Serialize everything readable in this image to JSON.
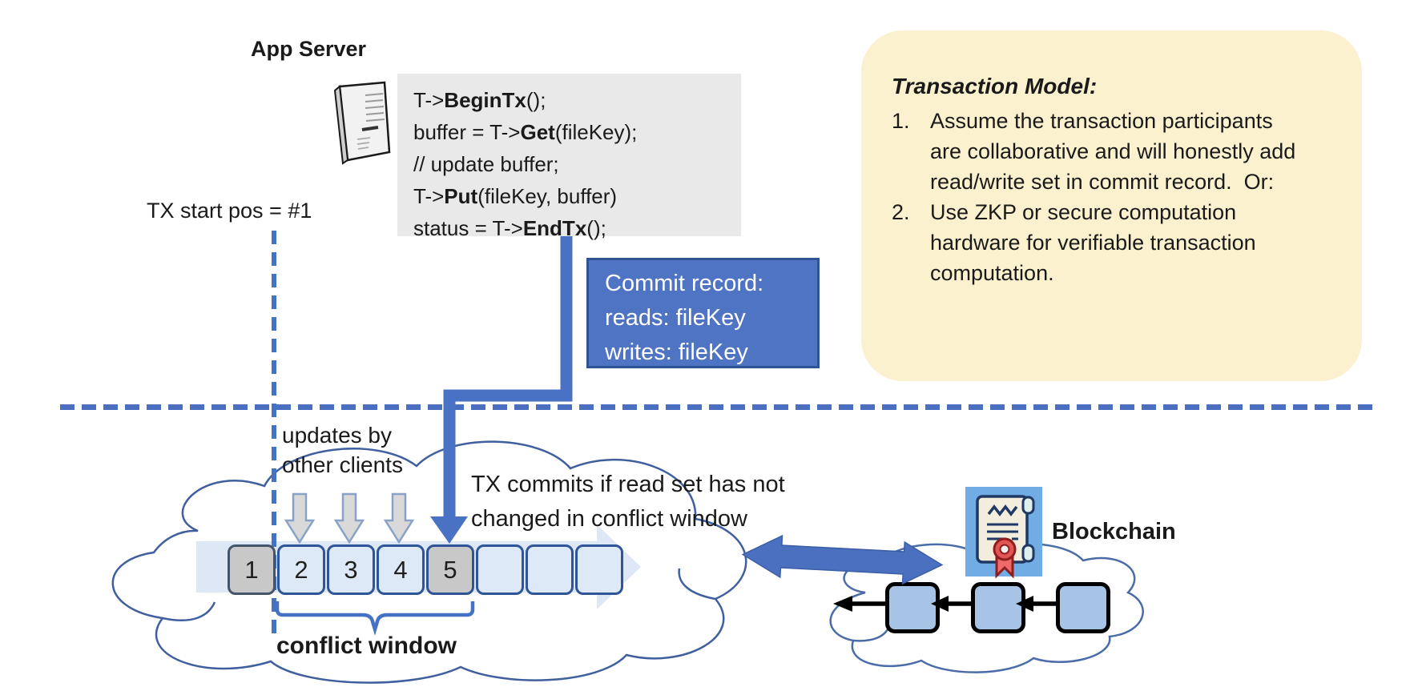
{
  "app_server": {
    "label": "App Server"
  },
  "code_block": {
    "lines": [
      [
        {
          "text": "T->"
        },
        {
          "text": "BeginTx",
          "bold": true
        },
        {
          "text": "();"
        }
      ],
      [
        {
          "text": "buffer = T->"
        },
        {
          "text": "Get",
          "bold": true
        },
        {
          "text": "(fileKey);"
        }
      ],
      [
        {
          "text": "// update buffer;"
        }
      ],
      [
        {
          "text": "T->"
        },
        {
          "text": "Put",
          "bold": true
        },
        {
          "text": "(fileKey, buffer)"
        }
      ],
      [
        {
          "text": "status = T->"
        },
        {
          "text": "EndTx",
          "bold": true
        },
        {
          "text": "();"
        }
      ]
    ]
  },
  "tx_start": {
    "label": "TX start pos = #1"
  },
  "commit_record": {
    "line1": "Commit record:",
    "line2": "reads: fileKey",
    "line3": "writes: fileKey"
  },
  "transaction_model": {
    "title": "Transaction Model:",
    "items": [
      "Assume the transaction participants are collaborative and will honestly add read/write set in commit record.  Or:",
      "Use ZKP or secure computation hardware for verifiable transaction computation."
    ]
  },
  "timeline": {
    "updates_note": {
      "line1": "updates by",
      "line2": "other clients"
    },
    "commits_note": {
      "line1": "TX commits if read set has not",
      "line2": "changed in conflict window"
    },
    "conflict_label": "conflict window",
    "blocks": [
      {
        "label": "1",
        "variant": "gray1"
      },
      {
        "label": "2",
        "variant": "blue"
      },
      {
        "label": "3",
        "variant": "blue"
      },
      {
        "label": "4",
        "variant": "blue"
      },
      {
        "label": "5",
        "variant": "gray5"
      },
      {
        "label": "",
        "variant": "blue"
      },
      {
        "label": "",
        "variant": "blue"
      },
      {
        "label": "",
        "variant": "blue"
      }
    ]
  },
  "blockchain": {
    "label": "Blockchain",
    "chain_block_count": 3
  },
  "colors": {
    "accent_blue": "#4472c4",
    "commit_box_fill": "#4f74c4",
    "commit_box_border": "#2f5496",
    "code_box_bg": "#e9e9e9",
    "model_box_bg": "#fbf1ce",
    "block_light": "#dde9f7",
    "block_gray": "#c8c8c8",
    "block_border": "#2e5597",
    "chain_block_fill": "#a7c3e6",
    "cloud_stroke": "#3f5f9e",
    "band_fill": "#dae4f4",
    "update_arrow_fill": "#d9d9d9",
    "icon_bg": "#71ade4",
    "rosette_red": "#e25555"
  }
}
